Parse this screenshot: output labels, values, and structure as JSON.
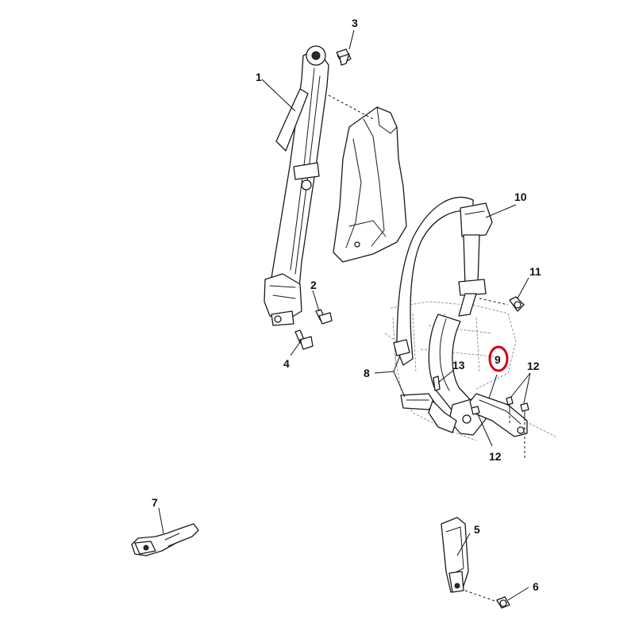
{
  "diagram": {
    "highlight_color": "#d0021b",
    "highlighted_part": "9",
    "callouts": {
      "c1": "1",
      "c2": "2",
      "c3": "3",
      "c4": "4",
      "c5": "5",
      "c6": "6",
      "c7": "7",
      "c8": "8",
      "c9": "9",
      "c10": "10",
      "c11": "11",
      "c12a": "12",
      "c12b": "12",
      "c13": "13"
    }
  }
}
